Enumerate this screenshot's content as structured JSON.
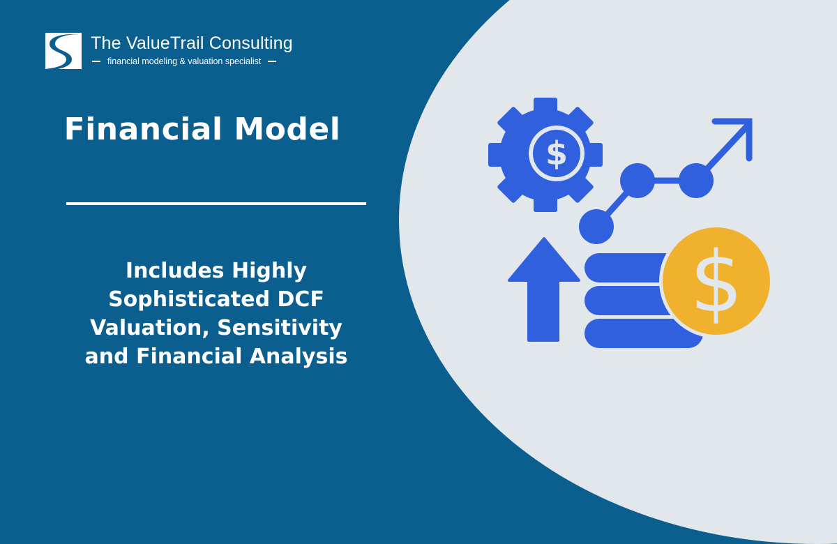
{
  "brand": {
    "name": "The ValueTrail Consulting",
    "tagline": "financial modeling & valuation specialist",
    "logo_icon": "s-trail-logo-icon"
  },
  "hero": {
    "title": "Financial Model",
    "description_lines": [
      "Includes Highly",
      "Sophisticated DCF",
      "Valuation, Sensitivity",
      "and Financial Analysis"
    ]
  },
  "illustration": {
    "icons": [
      "gear-dollar-icon",
      "growth-chart-arrow-icon",
      "up-arrow-icon",
      "coin-stack-icon",
      "dollar-coin-icon"
    ],
    "colors": {
      "primary_blue": "#3160de",
      "coin_gold": "#efb12e",
      "background": "#e2e7ec",
      "panel_blue": "#0b5f8f"
    }
  }
}
